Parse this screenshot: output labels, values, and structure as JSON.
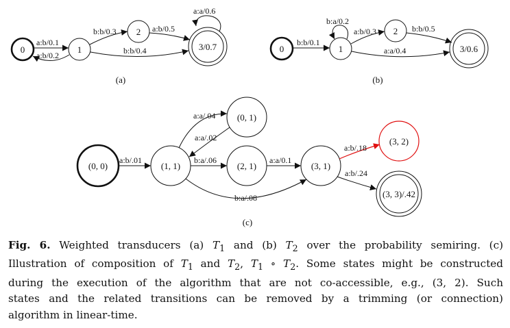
{
  "figure": {
    "panel_a": {
      "label": "(a)",
      "states": {
        "s0": "0",
        "s1": "1",
        "s2": "2",
        "s3": "3/0.7"
      },
      "arcs": {
        "e01": "a:b/0.1",
        "e10": "a:b/0.2",
        "e12": "b:b/0.3",
        "e13": "b:b/0.4",
        "e23": "a:b/0.5",
        "e33": "a:a/0.6"
      }
    },
    "panel_b": {
      "label": "(b)",
      "states": {
        "s0": "0",
        "s1": "1",
        "s2": "2",
        "s3": "3/0.6"
      },
      "arcs": {
        "e01": "b:b/0.1",
        "e11": "b:a/0.2",
        "e12": "a:b/0.3",
        "e13": "a:a/0.4",
        "e23": "b:b/0.5"
      }
    },
    "panel_c": {
      "label": "(c)",
      "states": {
        "s00": "(0, 0)",
        "s11": "(1, 1)",
        "s01": "(0, 1)",
        "s21": "(2, 1)",
        "s31": "(3, 1)",
        "s32": "(3, 2)",
        "s33": "(3, 3)/.42"
      },
      "arcs": {
        "e00_11": "a:b/.01",
        "e11_01": "a:a/.04",
        "e01_11": "a:a/.02",
        "e11_21": "b:a/.06",
        "e21_31": "a:a/0.1",
        "e11_31": "b:a/.08",
        "e31_32": "a:b/.18",
        "e31_33": "a:b/.24"
      },
      "highlight_color": "#e01010"
    }
  },
  "caption": {
    "label": "Fig. 6.",
    "line1": {
      "a": "Weighted transducers (a) ",
      "T": "T",
      "sub1": "1",
      "b": " and (b) ",
      "sub2": "2",
      "c": " over the probability semiring. (c)"
    },
    "line2": {
      "a": "Illustration of composition of ",
      "b": " and ",
      "c": ", ",
      "op": " ∘ ",
      "d": ". Some states might be constructed"
    },
    "line3": "during the execution of the algorithm that are not co-accessible, e.g., (3, 2). Such",
    "line4": "states and the related transitions can be removed by a trimming (or connection)",
    "line5": "algorithm in linear-time."
  }
}
